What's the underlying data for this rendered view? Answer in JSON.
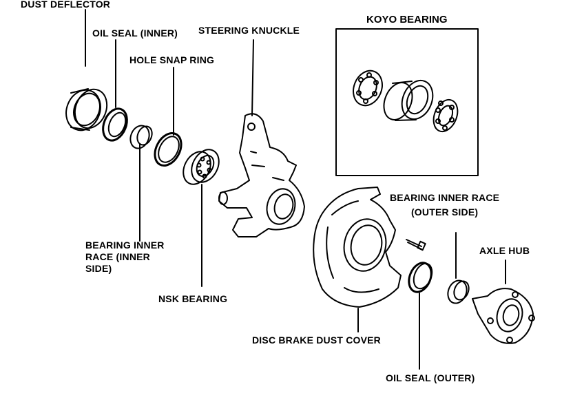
{
  "labels": {
    "dust_deflector": "DUST DEFLECTOR",
    "oil_seal_inner": "OIL SEAL (INNER)",
    "hole_snap_ring": "HOLE SNAP RING",
    "steering_knuckle": "STEERING KNUCKLE",
    "koyo_bearing": "KOYO BEARING",
    "bearing_inner_race_outer": [
      "BEARING INNER RACE",
      "(OUTER SIDE)"
    ],
    "axle_hub": "AXLE HUB",
    "bearing_inner_race_inner": [
      "BEARING INNER",
      "RACE (INNER",
      "SIDE)"
    ],
    "nsk_bearing": "NSK BEARING",
    "disc_brake_dust_cover": "DISC BRAKE DUST COVER",
    "oil_seal_outer": "OIL SEAL (OUTER)"
  }
}
